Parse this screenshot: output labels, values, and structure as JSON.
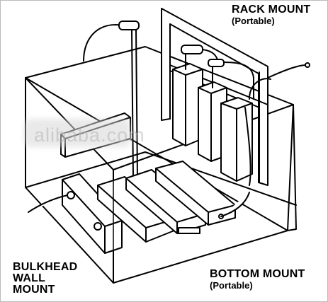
{
  "labels": {
    "rack_mount": {
      "title": "RACK MOUNT",
      "subtitle": "(Portable)"
    },
    "bulkhead_mount": {
      "line1": "BULKHEAD",
      "line2": "WALL",
      "line3": "MOUNT"
    },
    "bottom_mount": {
      "title": "BOTTOM MOUNT",
      "subtitle": "(Portable)"
    }
  },
  "watermark": {
    "text": "alibaba.com"
  }
}
